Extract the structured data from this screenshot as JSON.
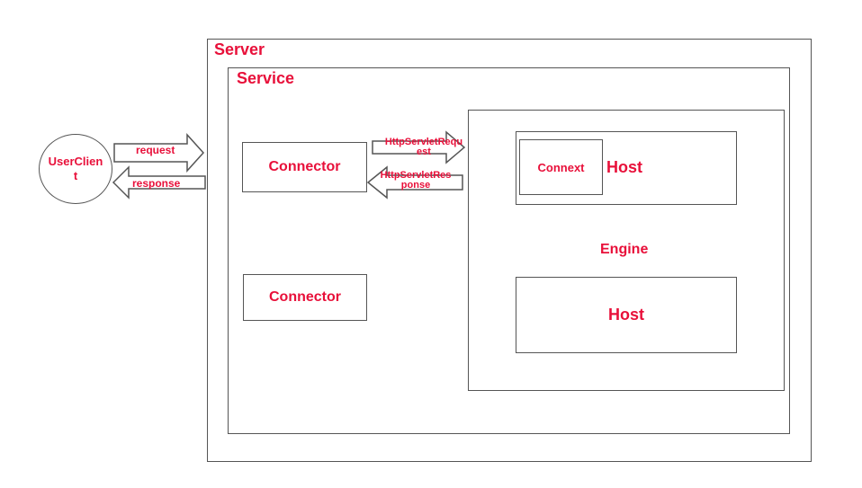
{
  "client": {
    "label_line1": "UserClien",
    "label_line2": "t"
  },
  "server": {
    "label": "Server"
  },
  "service": {
    "label": "Service"
  },
  "connectors": [
    {
      "label": "Connector"
    },
    {
      "label": "Connector"
    }
  ],
  "engine": {
    "label": "Engine"
  },
  "hosts": [
    {
      "label": "Host"
    },
    {
      "label": "Host"
    }
  ],
  "context": {
    "label": "Connext"
  },
  "arrows": {
    "request": "request",
    "response": "response",
    "http_request_line1": "HttpServletRequ",
    "http_request_line2": "est",
    "http_response_line1": "HttpServletRes",
    "http_response_line2": "ponse"
  },
  "colors": {
    "label": "#e8103a",
    "stroke": "#555555"
  }
}
